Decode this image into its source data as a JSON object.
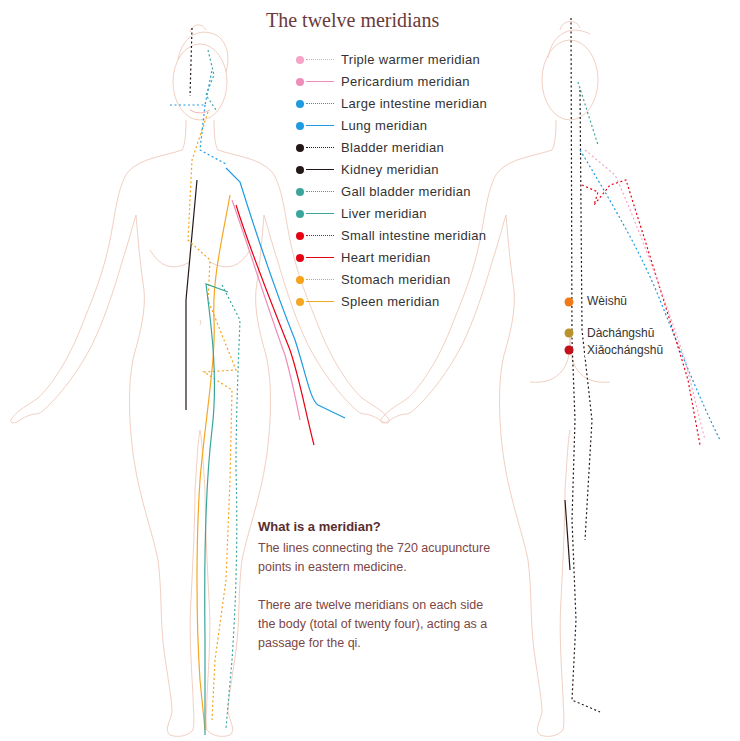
{
  "diagram": {
    "title": "The twelve meridians",
    "labels": [
      "Wèishū",
      "Dàchángshū",
      "Xiǎochángshū",
      "What is a meridian?",
      "The lines connecting the 720 acupuncture points in eastern medicine.",
      "There are twelve meridians on each side the body (total of twenty four), acting as a passage for the qi."
    ],
    "legend": [
      {
        "text": "Triple warmer meridian",
        "color": "#f5a3c7"
      },
      {
        "text": "Pericardium meridian",
        "color": "#f08cb8"
      },
      {
        "text": "Large intestine meridian",
        "color": "#1e9be0"
      },
      {
        "text": "Lung meridian",
        "color": "#1e9be0"
      },
      {
        "text": "Bladder meridian",
        "color": "#231815"
      },
      {
        "text": "Kidney meridian",
        "color": "#231815"
      },
      {
        "text": "Gall bladder meridian",
        "color": "#3aa59a"
      },
      {
        "text": "Liver meridian",
        "color": "#3aa59a"
      },
      {
        "text": "Small intestine meridian",
        "color": "#e60012"
      },
      {
        "text": "Heart meridian",
        "color": "#e60012"
      },
      {
        "text": "Stomach meridian",
        "color": "#f7a21b"
      },
      {
        "text": "Spleen meridian",
        "color": "#f5a623"
      }
    ]
  }
}
